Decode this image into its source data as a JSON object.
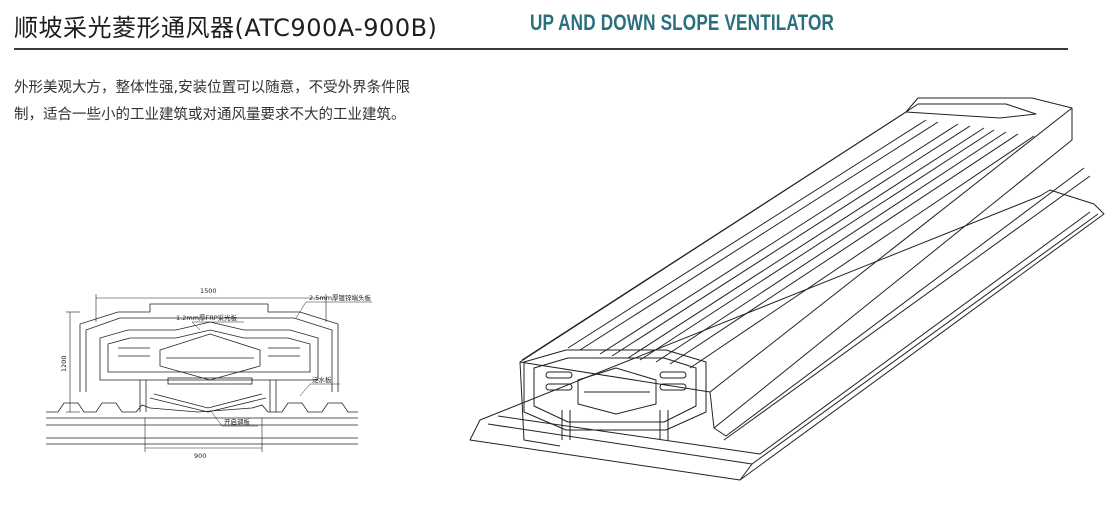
{
  "header": {
    "title_cn": "顺坡采光菱形通风器(ATC900A-900B)",
    "title_en": "UP AND DOWN SLOPE VENTILATOR"
  },
  "description": {
    "line1": "外形美观大方，整体性强,安装位置可以随意，不受外界条件限",
    "line2": "制，适合一些小的工业建筑或对通风量要求不大的工业建筑。"
  },
  "section_drawing": {
    "dim_top": "1500",
    "dim_height": "1200",
    "dim_bottom": "900",
    "label_end_plate": "2.5mm厚镀锌端头板",
    "label_frp": "1.2mm厚FRP采光板",
    "label_flashing": "泛水板",
    "label_damper": "开启调板"
  },
  "colors": {
    "title_en": "#2b6f7d",
    "rule": "#3b3b3b",
    "line_art": "#222222"
  }
}
